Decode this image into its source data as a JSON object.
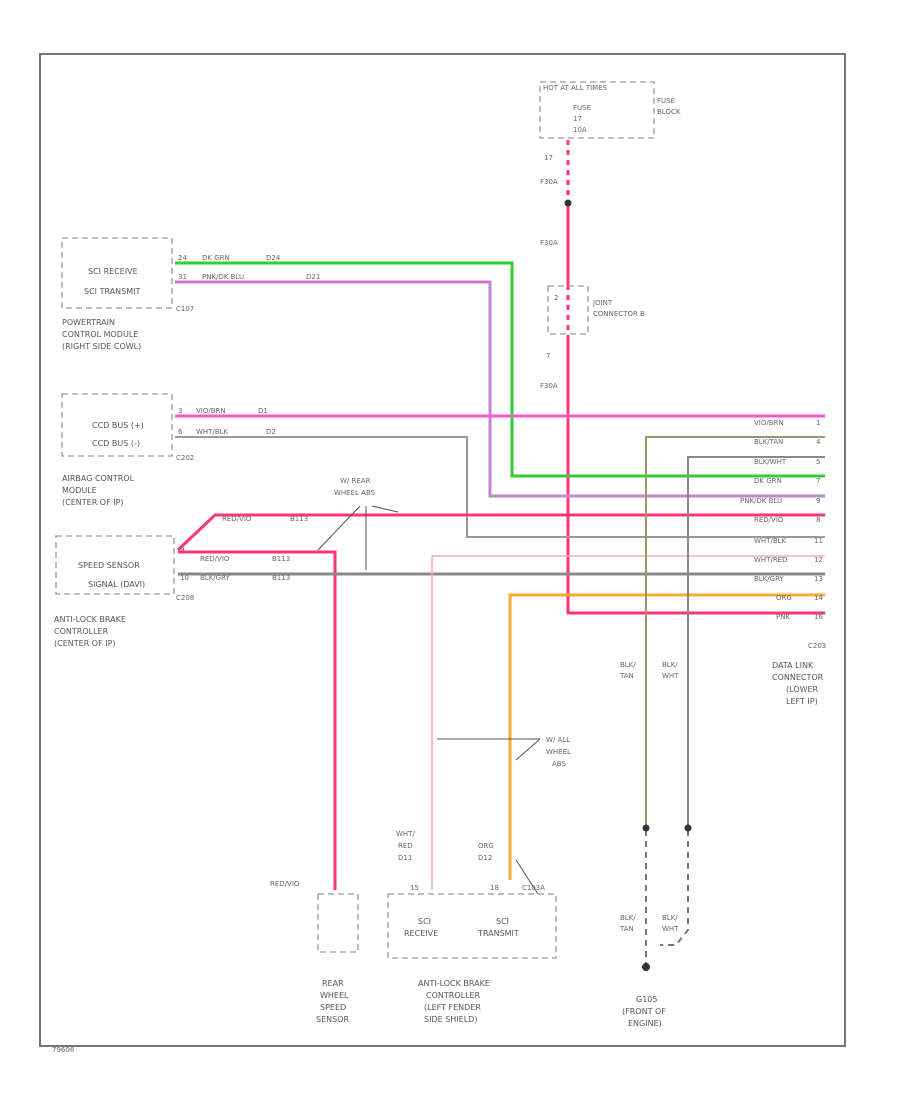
{
  "fuse": {
    "hot_label": "HOT AT ALL TIMES",
    "fuse_lines": [
      "FUSE",
      "17",
      "10A"
    ],
    "block_lines": [
      "FUSE",
      "BLOCK"
    ],
    "cav": "17",
    "circuit_a": "F30A",
    "circuit_b": "F30A",
    "circuit_c": "F30A",
    "cav_b": "7"
  },
  "joint": {
    "lines": [
      "JOINT",
      "CONNECTOR B"
    ],
    "pin": "2"
  },
  "pcm": {
    "rows": [
      "SCI RECEIVE",
      "SCI TRANSMIT"
    ],
    "connector": "C107",
    "lines": [
      "POWERTRAIN",
      "CONTROL MODULE",
      "(RIGHT SIDE COWL)"
    ],
    "wire1": {
      "pin": "24",
      "color": "DK GRN",
      "circuit": "D24"
    },
    "wire2": {
      "pin": "31",
      "color": "PNK/DK BLU",
      "circuit": "D21"
    }
  },
  "acm": {
    "rows": [
      "CCD BUS (+)",
      "CCD BUS (-)"
    ],
    "connector": "C202",
    "lines": [
      "AIRBAG CONTROL",
      "MODULE",
      "(CENTER OF IP)"
    ],
    "wire1": {
      "pin": "3",
      "color": "VIO/BRN",
      "circuit": "D1"
    },
    "wire2": {
      "pin": "6",
      "color": "WHT/BLK",
      "circuit": "D2"
    }
  },
  "abs_ctrl": {
    "rows": [
      "SPEED SENSOR",
      "SIGNAL (DAVI)"
    ],
    "connector": "C208",
    "lines": [
      "ANTI-LOCK BRAKE",
      "CONTROLLER",
      "(CENTER OF IP)"
    ],
    "wire1": {
      "pin": "9",
      "color": "RED/VIO",
      "circuit": "B113"
    },
    "wire2": {
      "pin": "10",
      "color": "BLK/GRY",
      "circuit": "B113"
    },
    "note": [
      "W/ REAR",
      "WHEEL ABS"
    ]
  },
  "dlc": {
    "rows": [
      {
        "color": "VIO/BRN",
        "pin": "1"
      },
      {
        "color": "BLK/TAN",
        "pin": "4"
      },
      {
        "color": "BLK/WHT",
        "pin": "5"
      },
      {
        "color": "DK GRN",
        "pin": "7"
      },
      {
        "color": "PNK/DK BLU",
        "pin": "9"
      },
      {
        "color": "RED/VIO",
        "pin": "8"
      },
      {
        "color": "WHT/BLK",
        "pin": "11"
      },
      {
        "color": "WHT/RED",
        "pin": "12"
      },
      {
        "color": "BLK/GRY",
        "pin": "13"
      },
      {
        "color": "ORG",
        "pin": "14"
      },
      {
        "color": "PNK",
        "pin": "16"
      }
    ],
    "connector": "C203",
    "lines": [
      "DATA LINK",
      "CONNECTOR",
      "(LOWER",
      "LEFT IP)"
    ]
  },
  "grounds": {
    "left_wire": [
      "BLK/",
      "TAN"
    ],
    "right_wire": [
      "BLK/",
      "WHT"
    ],
    "ground_id": "G105",
    "lines": [
      "(FRONT OF",
      "ENGINE)"
    ]
  },
  "all_wheel": {
    "note": [
      "W/ ALL",
      "WHEEL",
      "ABS"
    ],
    "wire_left": [
      "WHT/",
      "RED",
      "D11"
    ],
    "wire_right": [
      "ORG",
      "D12"
    ]
  },
  "rear_sensor": {
    "wire": "RED/VIO",
    "lines": [
      "REAR",
      "WHEEL",
      "SPEED",
      "SENSOR"
    ]
  },
  "abs_left": {
    "pin_left": "15",
    "pin_right": "18",
    "connector": "C103A",
    "rows": [
      [
        "SCI",
        "RECEIVE"
      ],
      [
        "SCI",
        "TRANSMIT"
      ]
    ],
    "lines": [
      "ANTI-LOCK BRAKE",
      "CONTROLLER",
      "(LEFT FENDER",
      "SIDE SHIELD)"
    ]
  },
  "footer_code": "79606",
  "colors": {
    "pink": "#ff55cc",
    "red": "#ff3377",
    "green": "#33cc33",
    "violet": "#bb88cc",
    "gray": "#888888",
    "salmon": "#ffaaaa",
    "orange": "#ffaa33",
    "olive": "#999966"
  }
}
